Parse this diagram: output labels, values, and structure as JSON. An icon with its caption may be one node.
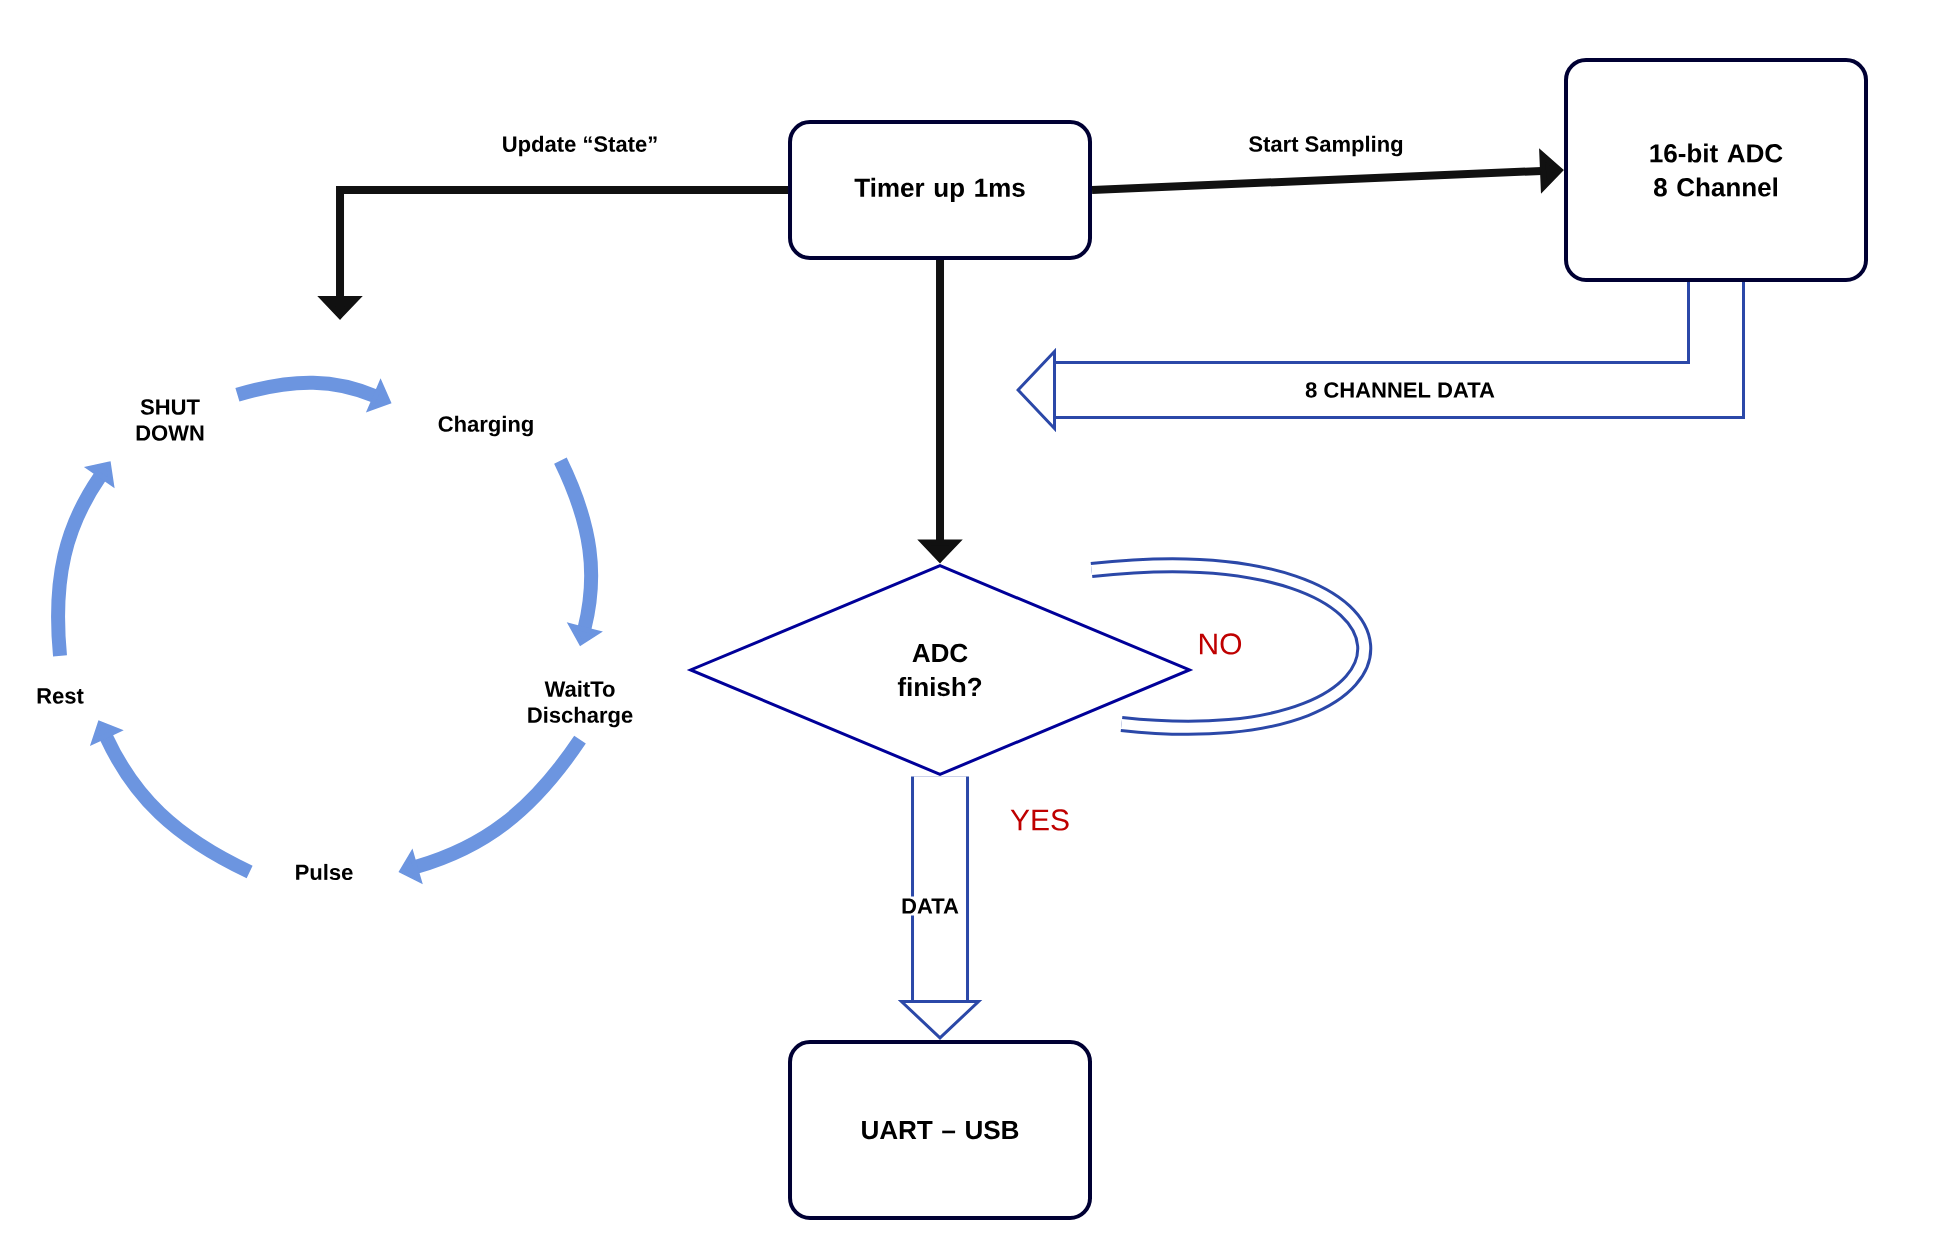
{
  "diagram": {
    "nodes": [
      {
        "text": [
          "Timer up 1ms"
        ]
      },
      {
        "text": [
          "16-bit ADC 8 Channel"
        ]
      },
      {
        "text": [
          "ADC finish?"
        ]
      },
      {
        "text": [
          "UART – USB"
        ]
      },
      {
        "text": [
          "SHUT DOWN"
        ]
      },
      {
        "text": [
          "Charging"
        ]
      },
      {
        "text": [
          "WaitTo Discharge"
        ]
      },
      {
        "text": [
          "Pulse"
        ]
      },
      {
        "text": [
          "Rest"
        ]
      }
    ],
    "edges": [
      {
        "from": 0,
        "to": null,
        "arrow": "to",
        "label": "Update “State”",
        "color": "#111111"
      },
      {
        "from": 0,
        "to": 1,
        "arrow": "to",
        "label": "Start Sampling",
        "color": "#111111"
      },
      {
        "from": 1,
        "to": null,
        "arrow": "to",
        "label": "8 CHANNEL DATA",
        "style": "thick",
        "color": "#2b48a8"
      },
      {
        "from": 0,
        "to": 2,
        "arrow": "to",
        "color": "#111111"
      },
      {
        "from": 2,
        "to": 2,
        "arrow": "none",
        "label": "NO",
        "color": "#2b48a8"
      },
      {
        "from": 2,
        "to": 3,
        "arrow": "to",
        "label": "DATA",
        "style": "thick",
        "color": "#2b48a8"
      },
      {
        "from": 4,
        "to": 5,
        "arrow": "to",
        "color": "#6c95e0"
      },
      {
        "from": 5,
        "to": 6,
        "arrow": "to",
        "color": "#6c95e0"
      },
      {
        "from": 6,
        "to": 7,
        "arrow": "to",
        "color": "#6c95e0"
      },
      {
        "from": 7,
        "to": 8,
        "arrow": "to",
        "color": "#6c95e0"
      },
      {
        "from": 8,
        "to": 4,
        "arrow": "to",
        "color": "#6c95e0"
      }
    ],
    "labels": [
      "YES"
    ]
  }
}
